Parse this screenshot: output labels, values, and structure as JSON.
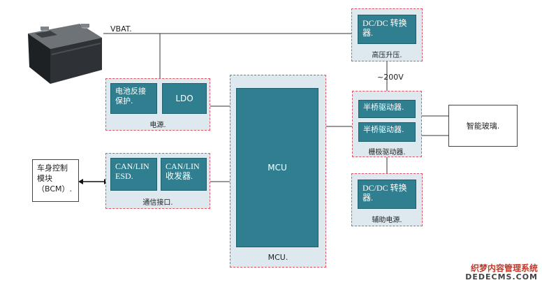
{
  "vbat": {
    "label": "VBAT."
  },
  "voltage_label": "~200V",
  "power": {
    "caption": "电源.",
    "reverse_protect": "电池反接保护.",
    "ldo": "LDO"
  },
  "comm": {
    "caption": "通信接口.",
    "esd": "CAN/LIN ESD.",
    "transceiver": "CAN/LIN 收发器."
  },
  "bcm": {
    "label": "车身控制模块（BCM）."
  },
  "mcu": {
    "label": "MCU",
    "caption": "MCU."
  },
  "boost": {
    "caption": "高压升压.",
    "converter": "DC/DC 转换器."
  },
  "driver": {
    "caption": "栅极驱动器.",
    "half_bridge_1": "半桥驱动器.",
    "half_bridge_2": "半桥驱动器."
  },
  "aux": {
    "caption": "辅助电源.",
    "converter": "DC/DC 转换器."
  },
  "smart_glass": {
    "label": "智能玻璃."
  },
  "watermark": {
    "line1": "织梦内容管理系统",
    "line2": "DEDECMS.COM"
  },
  "colors": {
    "block": "#2f7f90",
    "group_bg": "#dde9ee",
    "group_border": "#e0555f",
    "wire": "#333333"
  }
}
